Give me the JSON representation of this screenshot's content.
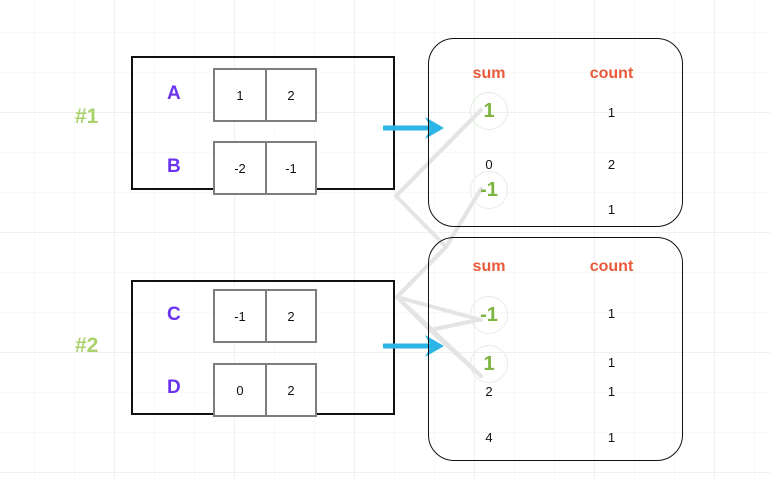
{
  "colors": {
    "step_label": "#a9d26c",
    "row_label": "#6a34ef",
    "header": "#e85a3a",
    "circled_value": "#7db43f",
    "arrow": "#2cb6e8",
    "box_border": "#111111",
    "cell_border": "#7d7d7d",
    "connector": "#e2e2e2",
    "grid": "#eef3ee"
  },
  "steps": [
    {
      "label": "#1"
    },
    {
      "label": "#2"
    }
  ],
  "input_groups": [
    {
      "name": "group-1",
      "rows": [
        {
          "label": "A",
          "cells": [
            "1",
            "2"
          ]
        },
        {
          "label": "B",
          "cells": [
            "-2",
            "-1"
          ]
        }
      ]
    },
    {
      "name": "group-2",
      "rows": [
        {
          "label": "C",
          "cells": [
            "-1",
            "2"
          ]
        },
        {
          "label": "D",
          "cells": [
            "0",
            "2"
          ]
        }
      ]
    }
  ],
  "result_panels": [
    {
      "name": "panel-1",
      "headers": {
        "sum": "sum",
        "count": "count"
      },
      "rows": [
        {
          "sum": "1",
          "count": "1",
          "highlighted": true
        },
        {
          "sum": "0",
          "count": "2",
          "highlighted": false
        },
        {
          "sum": "-1",
          "count": "1",
          "highlighted": true
        }
      ]
    },
    {
      "name": "panel-2",
      "headers": {
        "sum": "sum",
        "count": "count"
      },
      "rows": [
        {
          "sum": "-1",
          "count": "1",
          "highlighted": true
        },
        {
          "sum": "1",
          "count": "1",
          "highlighted": true
        },
        {
          "sum": "2",
          "count": "1",
          "highlighted": false
        },
        {
          "sum": "4",
          "count": "1",
          "highlighted": false
        }
      ]
    }
  ],
  "arrows": [
    {
      "name": "arrow-group-1-to-panel-1"
    },
    {
      "name": "arrow-group-2-to-panel-2"
    }
  ],
  "icons": {
    "arrow": "arrow-right-icon",
    "connector": "connector-line-icon"
  }
}
